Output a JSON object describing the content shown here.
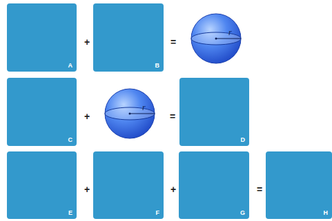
{
  "diagram": {
    "nodes": [
      {
        "text": [
          "A"
        ]
      },
      {
        "text": [
          "B"
        ]
      },
      {
        "text": [
          "r"
        ]
      },
      {
        "text": [
          "C"
        ]
      },
      {
        "text": [
          "r"
        ]
      },
      {
        "text": [
          "D"
        ]
      },
      {
        "text": [
          "E"
        ]
      },
      {
        "text": [
          "F"
        ]
      },
      {
        "text": [
          "G"
        ]
      },
      {
        "text": [
          "H"
        ]
      }
    ],
    "labels": [
      "+",
      "=",
      "+",
      "=",
      "+",
      "+",
      "="
    ]
  }
}
